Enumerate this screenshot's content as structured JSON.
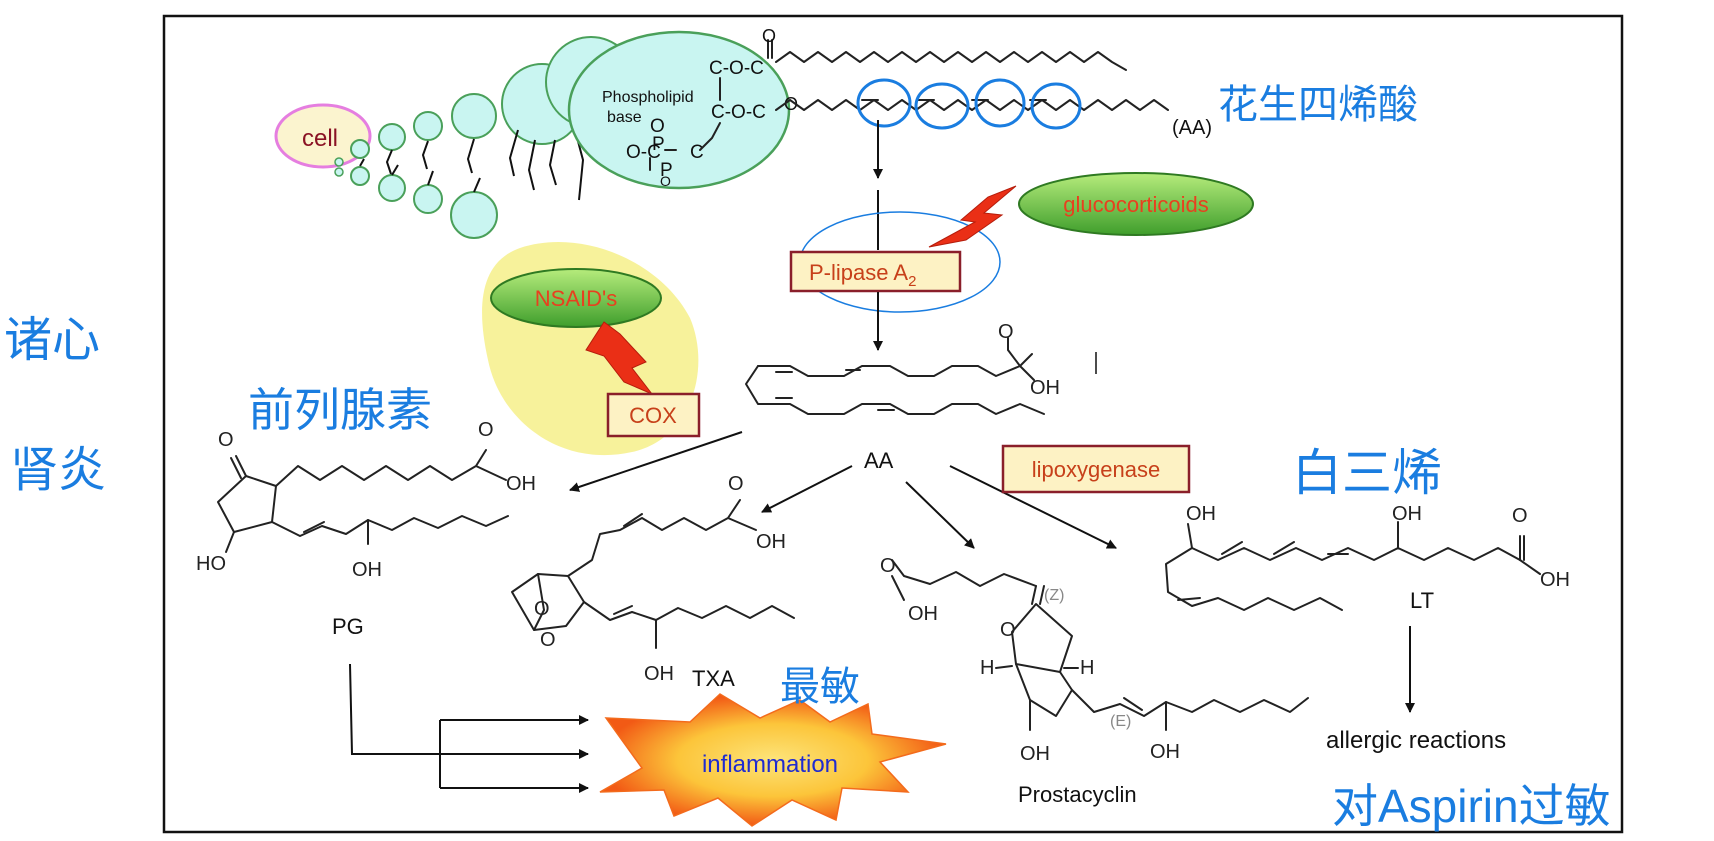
{
  "diagram": {
    "membrane": {
      "cell_label": "cell",
      "phospholipid_label_line1": "Phospholipid",
      "phospholipid_label_line2": "base",
      "aa_tag": "(AA)"
    },
    "inhibitors": {
      "glucocorticoids": "glucocorticoids",
      "nsaids": "NSAID's"
    },
    "enzymes": {
      "plipase": "P-lipase A",
      "plipase_subscript": "2",
      "cox": "COX",
      "lipoxygenase": "lipoxygenase"
    },
    "products": {
      "aa": "AA",
      "pg": "PG",
      "txa": "TXA",
      "prostacyclin": "Prostacyclin",
      "lt": "LT"
    },
    "outcomes": {
      "inflammation": "inflammation",
      "allergic": "allergic reactions"
    },
    "stereo_tags": {
      "z": "(Z)",
      "e": "(E)"
    },
    "handwritten": {
      "arachidonic_acid": "花生四烯酸",
      "left_side_1": "诸心",
      "left_side_2": "肾炎",
      "prostaglandin": "前列腺素",
      "leukotriene": "白三烯",
      "most_important": "最敏",
      "aspirin_allergy": "对Aspirin过敏"
    },
    "colors": {
      "frame": "#111111",
      "membrane_head_fill": "#c9f5f1",
      "membrane_head_stroke": "#4aa05a",
      "inhibitor_fill": "#5dbb3a",
      "inhibitor_text": "#e8401f",
      "enzyme_box_fill": "#fdf2c4",
      "enzyme_box_stroke": "#8a1f2a",
      "enzyme_text": "#c7401a",
      "nsaid_highlight": "#f6f08a",
      "burst_outer": "#f36b1c",
      "burst_inner": "#fcd23a",
      "burst_text": "#1f2bd0",
      "handwriting": "#1a7de0"
    }
  }
}
